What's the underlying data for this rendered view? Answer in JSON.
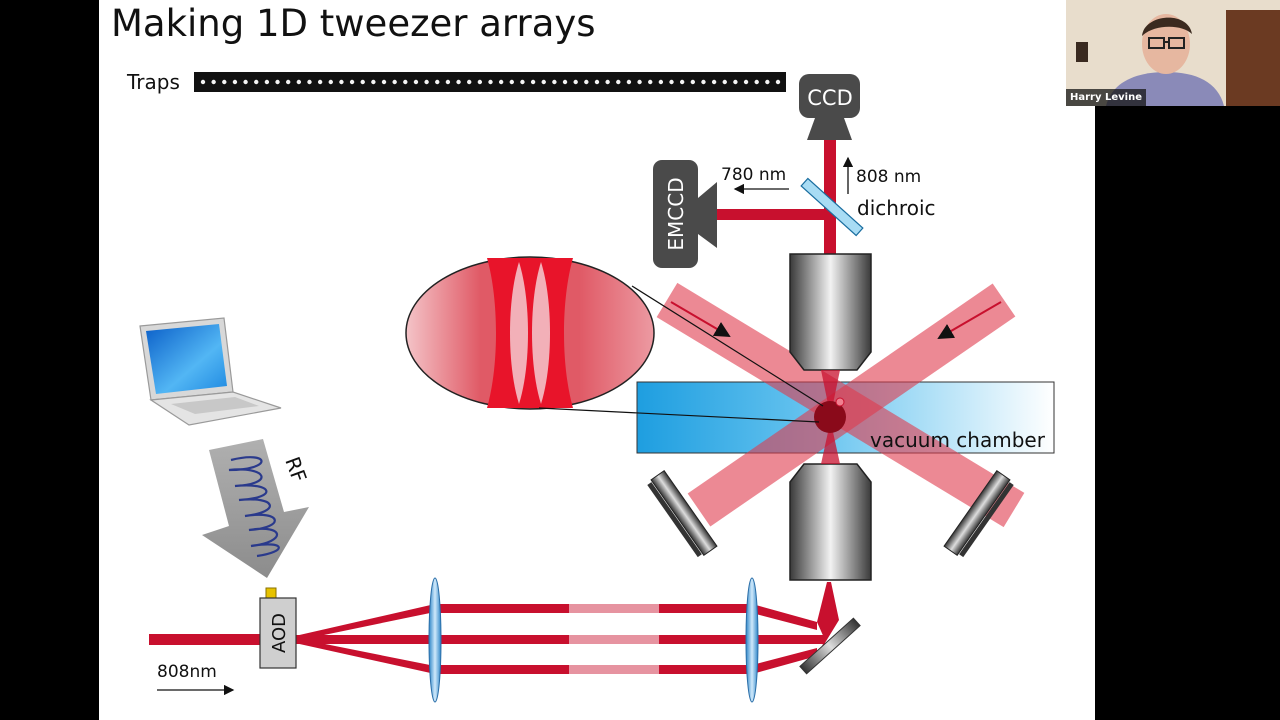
{
  "slide": {
    "title": "Making 1D tweezer arrays",
    "labels": {
      "traps": "Traps",
      "ccd": "CCD",
      "emccd": "EMCCD",
      "wavelength_780": "780 nm",
      "wavelength_808": "808 nm",
      "dichroic": "dichroic",
      "vacuum_chamber": "vacuum chamber",
      "rf": "RF",
      "aod": "AOD",
      "input_beam": "808nm"
    },
    "trap_count": 55
  },
  "webcam": {
    "participant_name": "Harry Levine"
  },
  "colors": {
    "beam_red": "#c8102e",
    "chamber_blue": "#29a8e0",
    "component_gray": "#4a4a4a",
    "lens_blue": "#5aaee0"
  }
}
